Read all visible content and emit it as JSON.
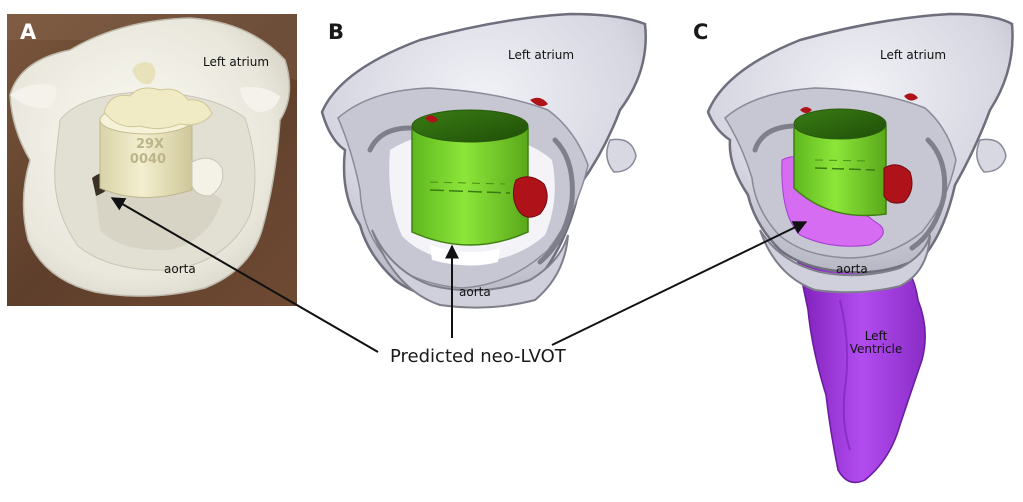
{
  "panels": {
    "a": {
      "letter": "A",
      "left_atrium": "Left atrium",
      "aorta": "aorta",
      "stamp_text": [
        "29X",
        "0040"
      ]
    },
    "b": {
      "letter": "B",
      "left_atrium": "Left atrium",
      "aorta": "aorta"
    },
    "c": {
      "letter": "C",
      "left_atrium": "Left atrium",
      "aorta": "aorta",
      "left_ventricle": [
        "Left",
        "Ventricle"
      ]
    }
  },
  "callout": "Predicted neo-LVOT",
  "colors": {
    "photo_bg": "#6b4a35",
    "print_white": "#efeee4",
    "valve_cream": "#ece7bf",
    "mesh_gray": "#d9d9e4",
    "mesh_edge": "#8f8f9c",
    "valve_green": "#7ddb2b",
    "valve_dark": "#2f6b10",
    "calcium_red": "#b0121a",
    "neo_lvot_magenta": "#d66cf2",
    "ventricle_purple": "#a43ce6"
  }
}
